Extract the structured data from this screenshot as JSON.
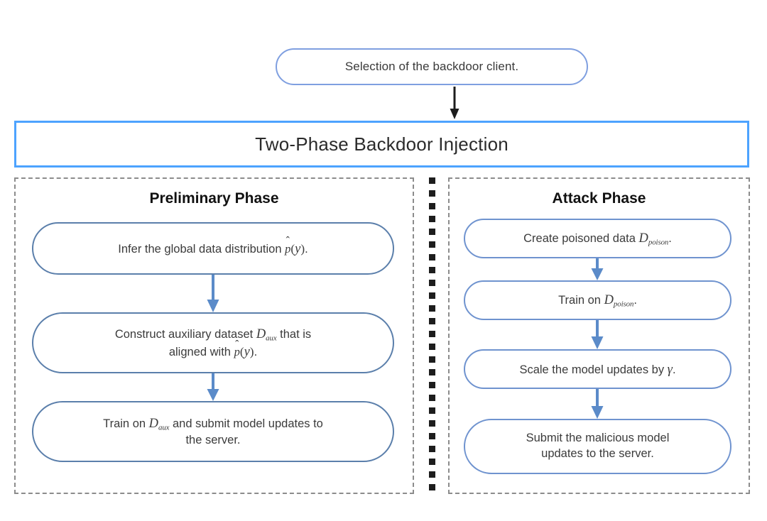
{
  "diagram": {
    "title": "Two-Phase Backdoor Injection",
    "entry_node": "Selection of the backdoor client.",
    "colors": {
      "banner_border": "#4da3ff",
      "node_border": "#7f9fe0",
      "step_border": "#6f93cf",
      "panel_border": "#8c8c8c",
      "arrow_blue": "#5b8bc9",
      "arrow_black": "#1d1d1d",
      "divider": "#1d1d1d",
      "text": "#3b3b3b",
      "background": "#ffffff"
    },
    "panels": [
      {
        "id": "preliminary",
        "title": "Preliminary Phase",
        "steps": [
          {
            "id": "infer-distribution",
            "text_plain": "Infer the global data distribution p̂(y).",
            "text_html": "Infer the global data distribution <span class=\"mi-hat\">p</span><span class=\"mi-up\">(</span><span class=\"mi\">y</span><span class=\"mi-up\">)</span>."
          },
          {
            "id": "construct-auxiliary-dataset",
            "text_plain": "Construct auxiliary dataset D_aux that is aligned with p̂(y).",
            "text_html": "Construct auxiliary dataset <span class=\"mi\">D</span><sub class=\"msub\">aux</sub> that is<br>aligned with <span class=\"mi-hat\">p</span><span class=\"mi-up\">(</span><span class=\"mi\">y</span><span class=\"mi-up\">)</span>."
          },
          {
            "id": "train-and-submit",
            "text_plain": "Train on D_aux and submit model updates to the server.",
            "text_html": "Train on <span class=\"mi\">D</span><sub class=\"msub\">aux</sub> and submit model updates to<br>the server."
          }
        ]
      },
      {
        "id": "attack",
        "title": "Attack Phase",
        "steps": [
          {
            "id": "create-poisoned-data",
            "text_plain": "Create poisoned data D_poison.",
            "text_html": "Create poisoned data <span class=\"mi\">D</span><sub class=\"msub\">poison</sub>."
          },
          {
            "id": "train-on-poison",
            "text_plain": "Train on D_poison.",
            "text_html": "Train on <span class=\"mi\">D</span><sub class=\"msub\">poison</sub>."
          },
          {
            "id": "scale-model-updates",
            "text_plain": "Scale the model updates by γ.",
            "text_html": "Scale the model updates by <span class=\"gamma\">γ</span>."
          },
          {
            "id": "submit-malicious-updates",
            "text_plain": "Submit the malicious model updates to the server.",
            "text_html": "Submit the malicious model<br>updates to the server."
          }
        ]
      }
    ],
    "connectors": [
      {
        "id": "entry-to-banner",
        "from": "entry_node",
        "to": "title",
        "color": "#1d1d1d"
      },
      {
        "id": "prelim-1-to-2",
        "from": "infer-distribution",
        "to": "construct-auxiliary-dataset",
        "color": "#5b8bc9"
      },
      {
        "id": "prelim-2-to-3",
        "from": "construct-auxiliary-dataset",
        "to": "train-and-submit",
        "color": "#5b8bc9"
      },
      {
        "id": "attack-1-to-2",
        "from": "create-poisoned-data",
        "to": "train-on-poison",
        "color": "#5b8bc9"
      },
      {
        "id": "attack-2-to-3",
        "from": "train-on-poison",
        "to": "scale-model-updates",
        "color": "#5b8bc9"
      },
      {
        "id": "attack-3-to-4",
        "from": "scale-model-updates",
        "to": "submit-malicious-updates",
        "color": "#5b8bc9"
      }
    ]
  }
}
